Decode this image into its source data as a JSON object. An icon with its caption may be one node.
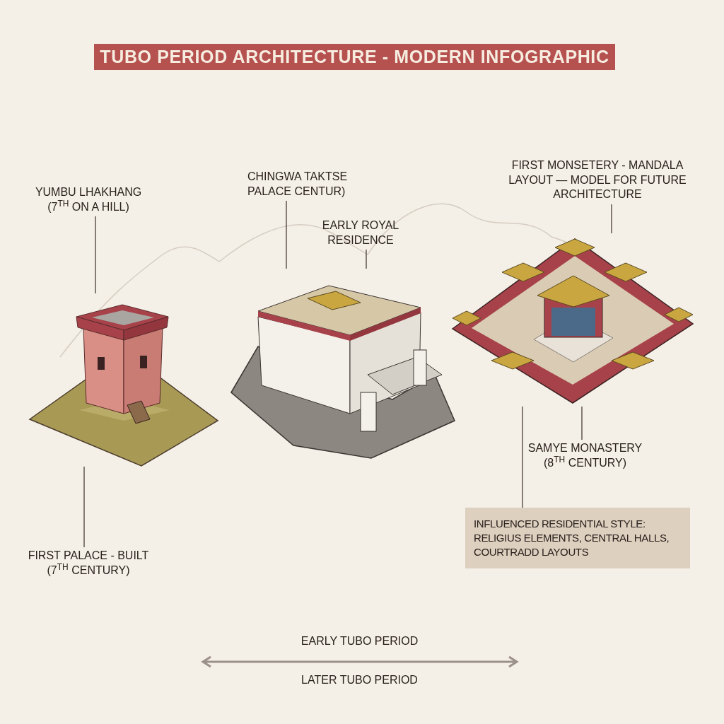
{
  "diagram": {
    "title": "TUBO PERIOD ARCHITECTURE - MODERN INFOGRAPHIC",
    "nodes": [
      {
        "text": [
          "YUMBU LHAKHANG (7$^{TH}$ ON A HILL)"
        ]
      },
      {
        "text": [],
        "shape": "picture"
      },
      {
        "text": [
          "FIRST PALACE - BUILT (7$^{TH}$ CENTURY)"
        ]
      },
      {
        "text": [
          "CHINGWA TAKTSE PALACE CENTUR)"
        ]
      },
      {
        "text": [
          "EARLY ROYAL RESIDENCE"
        ]
      },
      {
        "text": [],
        "shape": "picture"
      },
      {
        "text": [
          "FIRST MONSETERY - MANDALA LAYOUT — MODEL FOR FUTURE ARCHITECTURE"
        ]
      },
      {
        "text": [],
        "shape": "picture"
      },
      {
        "text": [
          "SAMYE MONASTERY (8$^{TH}$ CENTURY)"
        ]
      },
      {
        "text": [
          "INFLUENCED RESIDENTIAL STYLE: RELIGIUS ELEMENTS, CENTRAL HALLS, COURTRADD LAYOUTS"
        ]
      }
    ],
    "edges": [
      {
        "from": 0,
        "to": 1,
        "arrow": "none"
      },
      {
        "from": 2,
        "to": 1,
        "arrow": "none"
      },
      {
        "from": 3,
        "to": 5,
        "arrow": "none"
      },
      {
        "from": 4,
        "to": 5,
        "arrow": "none"
      },
      {
        "from": 6,
        "to": 7,
        "arrow": "none"
      },
      {
        "from": 8,
        "to": 7,
        "arrow": "none"
      },
      {
        "from": 9,
        "to": 7,
        "arrow": "none"
      }
    ],
    "labels": [
      "EARLY TUBO PERIOD",
      "LATER TUBO PERIOD"
    ]
  }
}
